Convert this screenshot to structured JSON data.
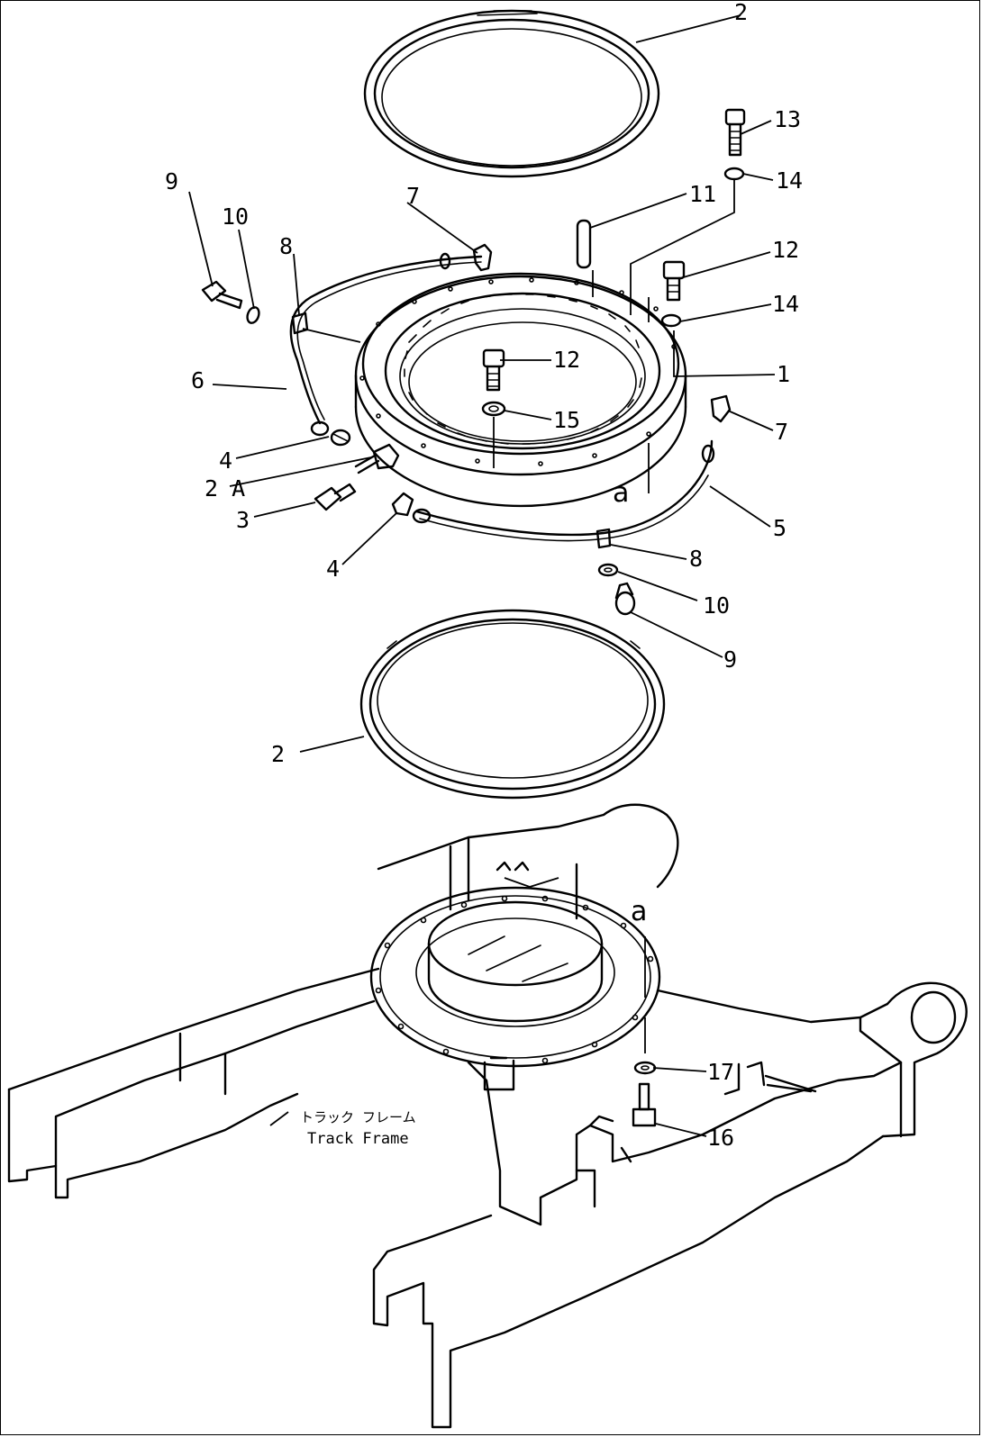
{
  "labels": {
    "seal_top": "2",
    "seal_bottom": "2",
    "bearing": "1",
    "item_2A": "2 A",
    "item_3": "3",
    "item_4_upper": "4",
    "item_4_lower": "4",
    "item_5": "5",
    "item_6": "6",
    "item_7_top": "7",
    "item_7_right": "7",
    "item_8_left": "8",
    "item_8_lower": "8",
    "item_9_left": "9",
    "item_9_lower": "9",
    "item_10_left": "10",
    "item_10_lower": "10",
    "item_11": "11",
    "item_12_right": "12",
    "item_12_center": "12",
    "item_13": "13",
    "item_14_top": "14",
    "item_14_mid": "14",
    "item_15": "15",
    "item_16": "16",
    "item_17": "17",
    "ref_a_upper": "a",
    "ref_a_lower": "a"
  },
  "frame_caption": {
    "jp": "トラック フレーム",
    "en": "Track Frame"
  }
}
